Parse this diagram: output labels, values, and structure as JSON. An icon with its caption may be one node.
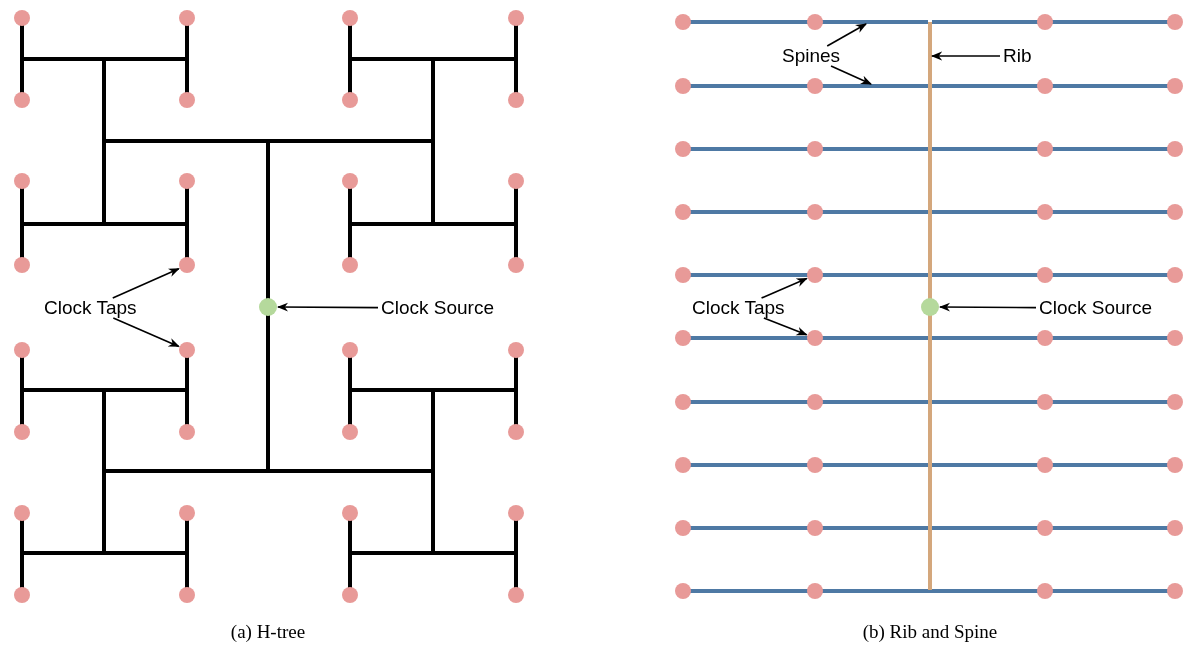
{
  "diagram": {
    "nodes": [
      {
        "text": [
          "Clock Taps"
        ]
      },
      {
        "text": [],
        "shape": "circle"
      },
      {
        "text": [],
        "shape": "circle"
      },
      {
        "text": [],
        "shape": "circle"
      },
      {
        "text": [
          "Clock Source"
        ]
      },
      {
        "text": [
          "Spines"
        ]
      },
      {
        "text": [],
        "shape": "bar"
      },
      {
        "text": [],
        "shape": "bar"
      },
      {
        "text": [
          "Rib"
        ]
      },
      {
        "text": [],
        "shape": "bar"
      },
      {
        "text": [
          "Clock Taps"
        ]
      },
      {
        "text": [],
        "shape": "circle"
      },
      {
        "text": [],
        "shape": "circle"
      },
      {
        "text": [],
        "shape": "circle"
      },
      {
        "text": [
          "Clock Source"
        ]
      }
    ],
    "edges": [
      {
        "from": 0,
        "to": 1,
        "arrow": "to"
      },
      {
        "from": 0,
        "to": 2,
        "arrow": "to"
      },
      {
        "from": 4,
        "to": 3,
        "arrow": "to"
      },
      {
        "from": 5,
        "to": 6,
        "arrow": "to"
      },
      {
        "from": 5,
        "to": 7,
        "arrow": "to"
      },
      {
        "from": 8,
        "to": 9,
        "arrow": "to"
      },
      {
        "from": 10,
        "to": 11,
        "arrow": "to"
      },
      {
        "from": 10,
        "to": 12,
        "arrow": "to"
      },
      {
        "from": 14,
        "to": 13,
        "arrow": "to"
      }
    ],
    "labels": [
      "(a) H-tree",
      "(b) Rib and Spine"
    ]
  }
}
